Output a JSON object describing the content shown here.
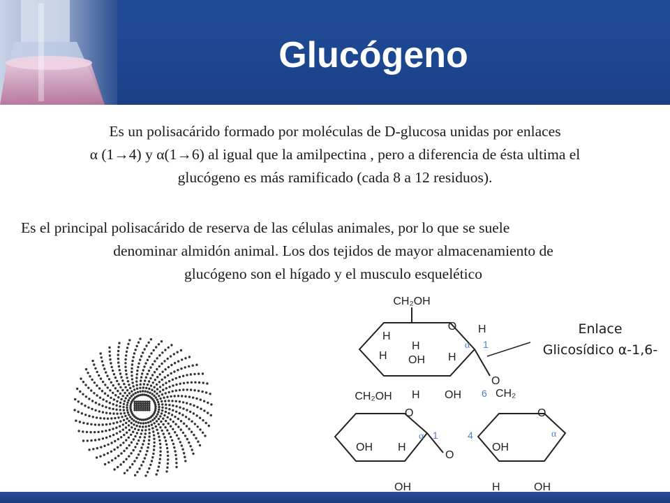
{
  "slide": {
    "title": "Glucógeno",
    "paragraph1": {
      "line1": "Es un polisacárido formado por moléculas  de D-glucosa unidas por enlaces",
      "line2": "α (1→4) y α(1→6) al igual que la amilpectina , pero a diferencia de ésta ultima el",
      "line3": "glucógeno es más ramificado (cada 8 a 12 residuos)."
    },
    "paragraph2": {
      "line1": "Es el principal polisacárido de reserva de las células animales, por lo que se suele",
      "line2": "denominar almidón animal. Los dos tejidos de mayor almacenamiento de",
      "line3": "glucógeno son el hígado y el musculo esquelético"
    },
    "label_line1": "Enlace",
    "label_line2": "Glicosídico α-1,6-"
  },
  "molecule": {
    "ch2oh": "CH₂OH",
    "ch2": "CH₂",
    "O": "O",
    "H": "H",
    "OH": "OH",
    "alpha": "α",
    "n1": "1",
    "n4": "4",
    "n6": "6"
  },
  "colors": {
    "header": "#1f4a96",
    "annotation": "#4a7fc8",
    "text": "#1b1b1b"
  }
}
